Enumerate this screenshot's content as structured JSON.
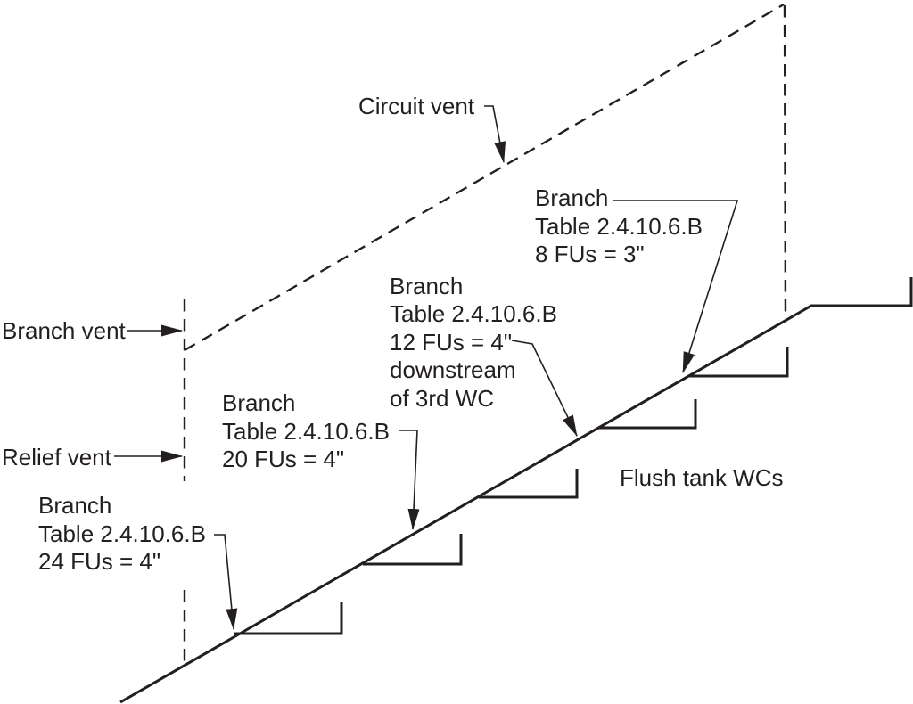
{
  "diagram": {
    "labels": {
      "circuit_vent": "Circuit vent",
      "branch_vent": "Branch vent",
      "relief_vent": "Relief vent",
      "flush_tank_wcs": "Flush tank WCs"
    },
    "annotations": {
      "branch_8fu": {
        "lines": [
          "Branch",
          "Table 2.4.10.6.B",
          "8 FUs = 3\""
        ]
      },
      "branch_12fu": {
        "lines": [
          "Branch",
          "Table 2.4.10.6.B",
          "12 FUs = 4\"",
          "downstream",
          "of 3rd WC"
        ]
      },
      "branch_20fu": {
        "lines": [
          "Branch",
          "Table 2.4.10.6.B",
          "20 FUs = 4\""
        ]
      },
      "branch_24fu": {
        "lines": [
          "Branch",
          "Table 2.4.10.6.B",
          "24 FUs = 4\""
        ]
      }
    },
    "fixture_count": 6,
    "colors": {
      "ink": "#231f20",
      "background": "#ffffff"
    }
  }
}
